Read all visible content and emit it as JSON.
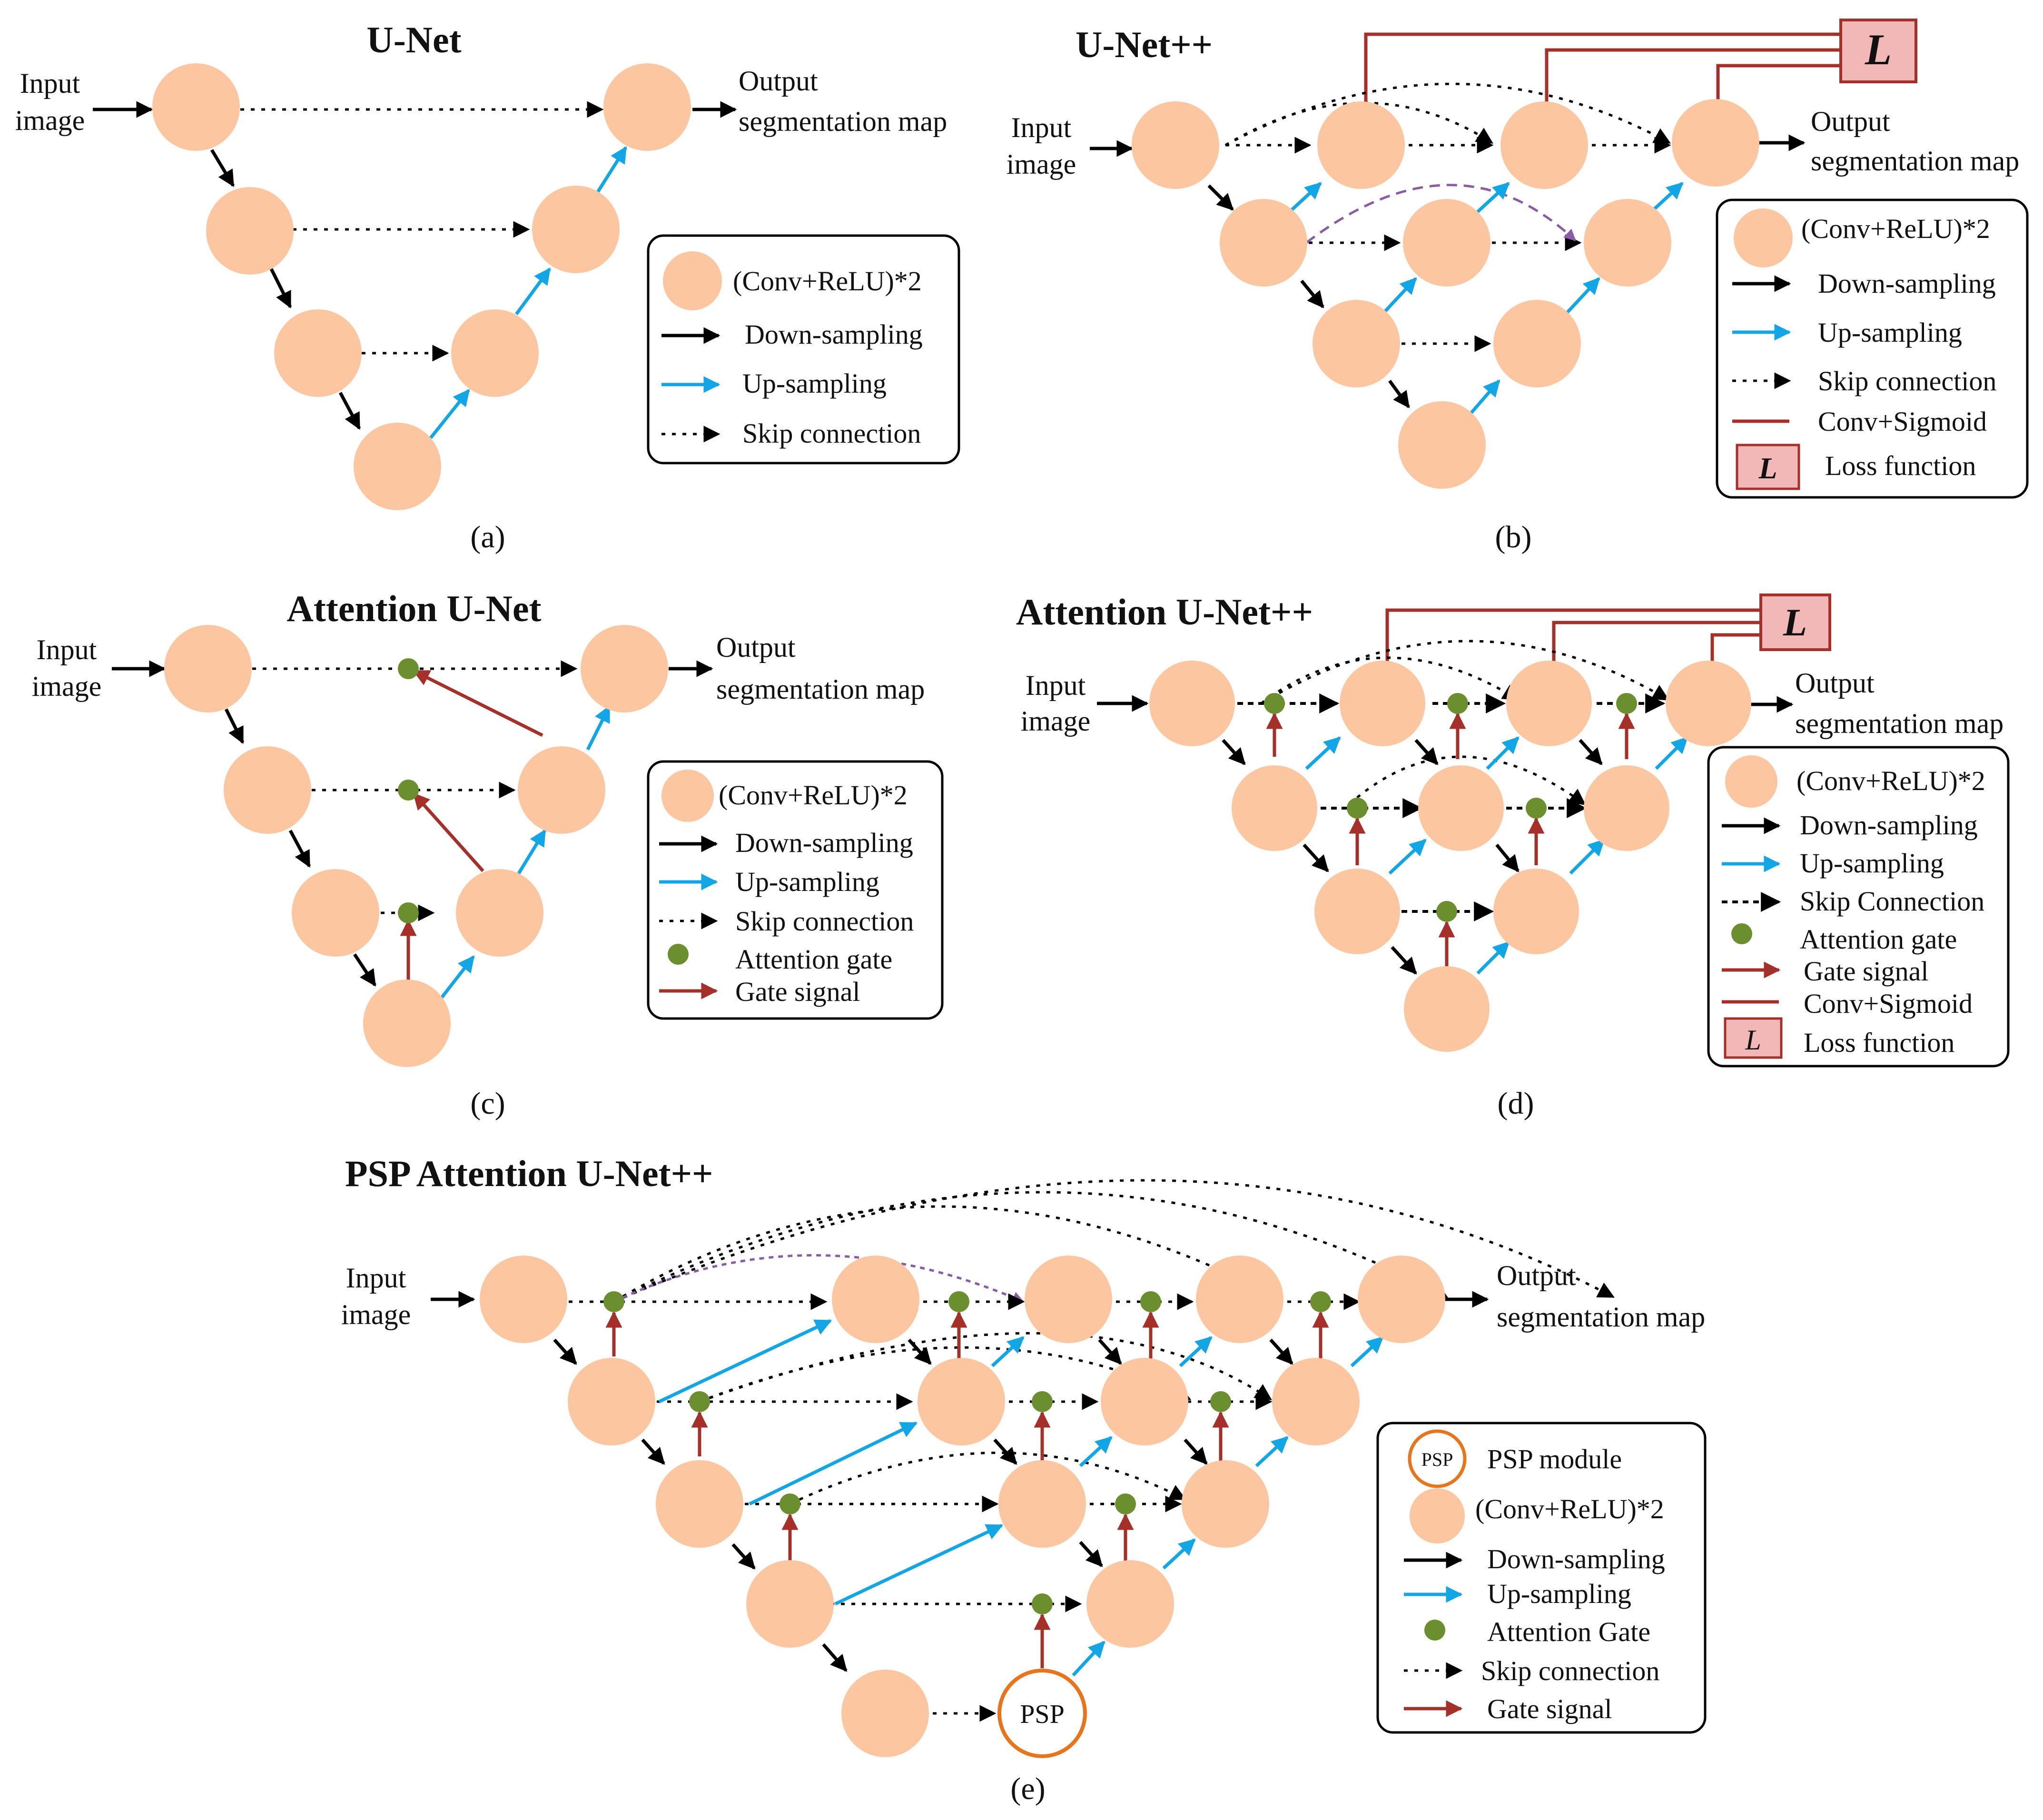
{
  "colors": {
    "node": "#FCC7A0",
    "down": "#000000",
    "up": "#13A6E6",
    "skip": "#000000",
    "sigmoid": "#A5302A",
    "gate": "#6B8E2E",
    "gate_signal": "#A5302A",
    "loss_fill": "#F2B8B8",
    "psp_ring": "#E8741C",
    "deep_skip": "#8A5BA6"
  },
  "panels": {
    "a": {
      "title": "U-Net",
      "label": "(a)",
      "input": [
        "Input",
        "image"
      ],
      "output": [
        "Output",
        "segmentation map"
      ],
      "legend": [
        "(Conv+ReLU)*2",
        "Down-sampling",
        "Up-sampling",
        "Skip connection"
      ]
    },
    "b": {
      "title": "U-Net++",
      "label": "(b)",
      "input": [
        "Input",
        "image"
      ],
      "output": [
        "Output",
        "segmentation map"
      ],
      "loss": "L",
      "legend": [
        "(Conv+ReLU)*2",
        "Down-sampling",
        "Up-sampling",
        "Skip connection",
        "Conv+Sigmoid",
        "Loss function"
      ]
    },
    "c": {
      "title": "Attention U-Net",
      "label": "(c)",
      "input": [
        "Input",
        "image"
      ],
      "output": [
        "Output",
        "segmentation map"
      ],
      "legend": [
        "(Conv+ReLU)*2",
        "Down-sampling",
        "Up-sampling",
        "Skip connection",
        "Attention gate",
        "Gate signal"
      ]
    },
    "d": {
      "title": "Attention U-Net++",
      "label": "(d)",
      "input": [
        "Input",
        "image"
      ],
      "output": [
        "Output",
        "segmentation map"
      ],
      "loss": "L",
      "legend": [
        "(Conv+ReLU)*2",
        "Down-sampling",
        "Up-sampling",
        "Skip Connection",
        "Attention gate",
        "Gate signal",
        "Conv+Sigmoid",
        "Loss function"
      ]
    },
    "e": {
      "title": "PSP Attention U-Net++",
      "label": "(e)",
      "input": [
        "Input",
        "image"
      ],
      "output": [
        "Output",
        "segmentation map"
      ],
      "psp": "PSP",
      "legend": [
        "PSP module",
        "(Conv+ReLU)*2",
        "Down-sampling",
        "Up-sampling",
        "Attention Gate",
        "Skip connection",
        "Gate signal"
      ]
    }
  }
}
